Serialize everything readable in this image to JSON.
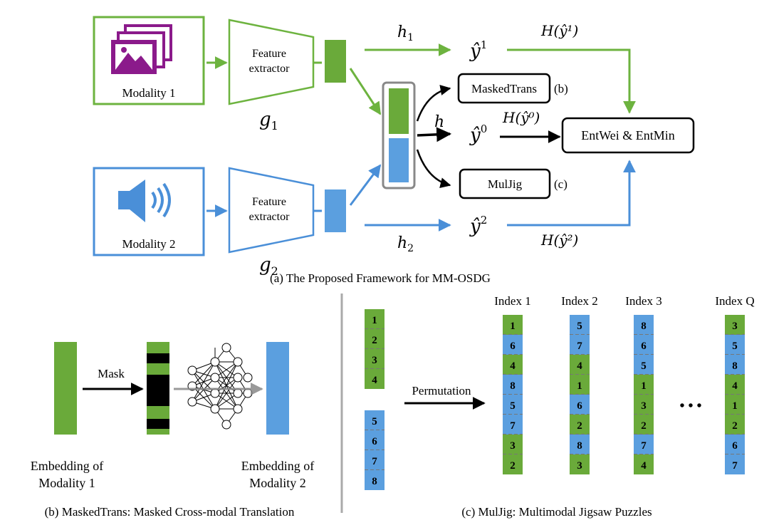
{
  "colors": {
    "green": "#6db33f",
    "blue": "#4a8fd8",
    "cell_green": "#6aaa3a",
    "cell_blue": "#5b9fdf",
    "purple": "#8b1a8b",
    "black": "#000000",
    "gray": "#888888"
  },
  "panel_a": {
    "modality1_label": "Modality 1",
    "modality2_label": "Modality 2",
    "feature_extractor_line1": "Feature",
    "feature_extractor_line2": "extractor",
    "g1": "g",
    "g1_sub": "1",
    "g2": "g",
    "g2_sub": "2",
    "h1": "h",
    "h1_sub": "1",
    "h2": "h",
    "h2_sub": "2",
    "h": "h",
    "yhat1": "ŷ",
    "yhat1_sup": "1",
    "yhat0": "ŷ",
    "yhat0_sup": "0",
    "yhat2": "ŷ",
    "yhat2_sup": "2",
    "H_y1": "H(ŷ¹)",
    "H_y0": "H(ŷ⁰)",
    "H_y2": "H(ŷ²)",
    "masked_trans_box": "MaskedTrans",
    "masked_trans_ref": "(b)",
    "muljig_box": "MulJig",
    "muljig_ref": "(c)",
    "entwei_box": "EntWei & EntMin",
    "caption": "(a) The Proposed Framework for MM-OSDG"
  },
  "panel_b": {
    "mask_label": "Mask",
    "embedding1_line1": "Embedding of",
    "embedding1_line2": "Modality 1",
    "embedding2_line1": "Embedding of",
    "embedding2_line2": "Modality 2",
    "caption": "(b) MaskedTrans: Masked Cross-modal Translation"
  },
  "panel_c": {
    "permutation_label": "Permutation",
    "ellipsis": "• • •",
    "caption": "(c) MulJig: Multimodal Jigsaw Puzzles",
    "source_green": [
      "1",
      "2",
      "3",
      "4"
    ],
    "source_blue": [
      "5",
      "6",
      "7",
      "8"
    ],
    "columns": [
      {
        "title": "Index 1",
        "cells": [
          "1",
          "6",
          "4",
          "8",
          "5",
          "7",
          "3",
          "2"
        ]
      },
      {
        "title": "Index 2",
        "cells": [
          "5",
          "7",
          "4",
          "1",
          "6",
          "2",
          "8",
          "3"
        ]
      },
      {
        "title": "Index 3",
        "cells": [
          "8",
          "6",
          "5",
          "1",
          "3",
          "2",
          "7",
          "4"
        ]
      },
      {
        "title": "Index Q",
        "cells": [
          "3",
          "5",
          "8",
          "4",
          "1",
          "2",
          "6",
          "7"
        ]
      }
    ]
  }
}
